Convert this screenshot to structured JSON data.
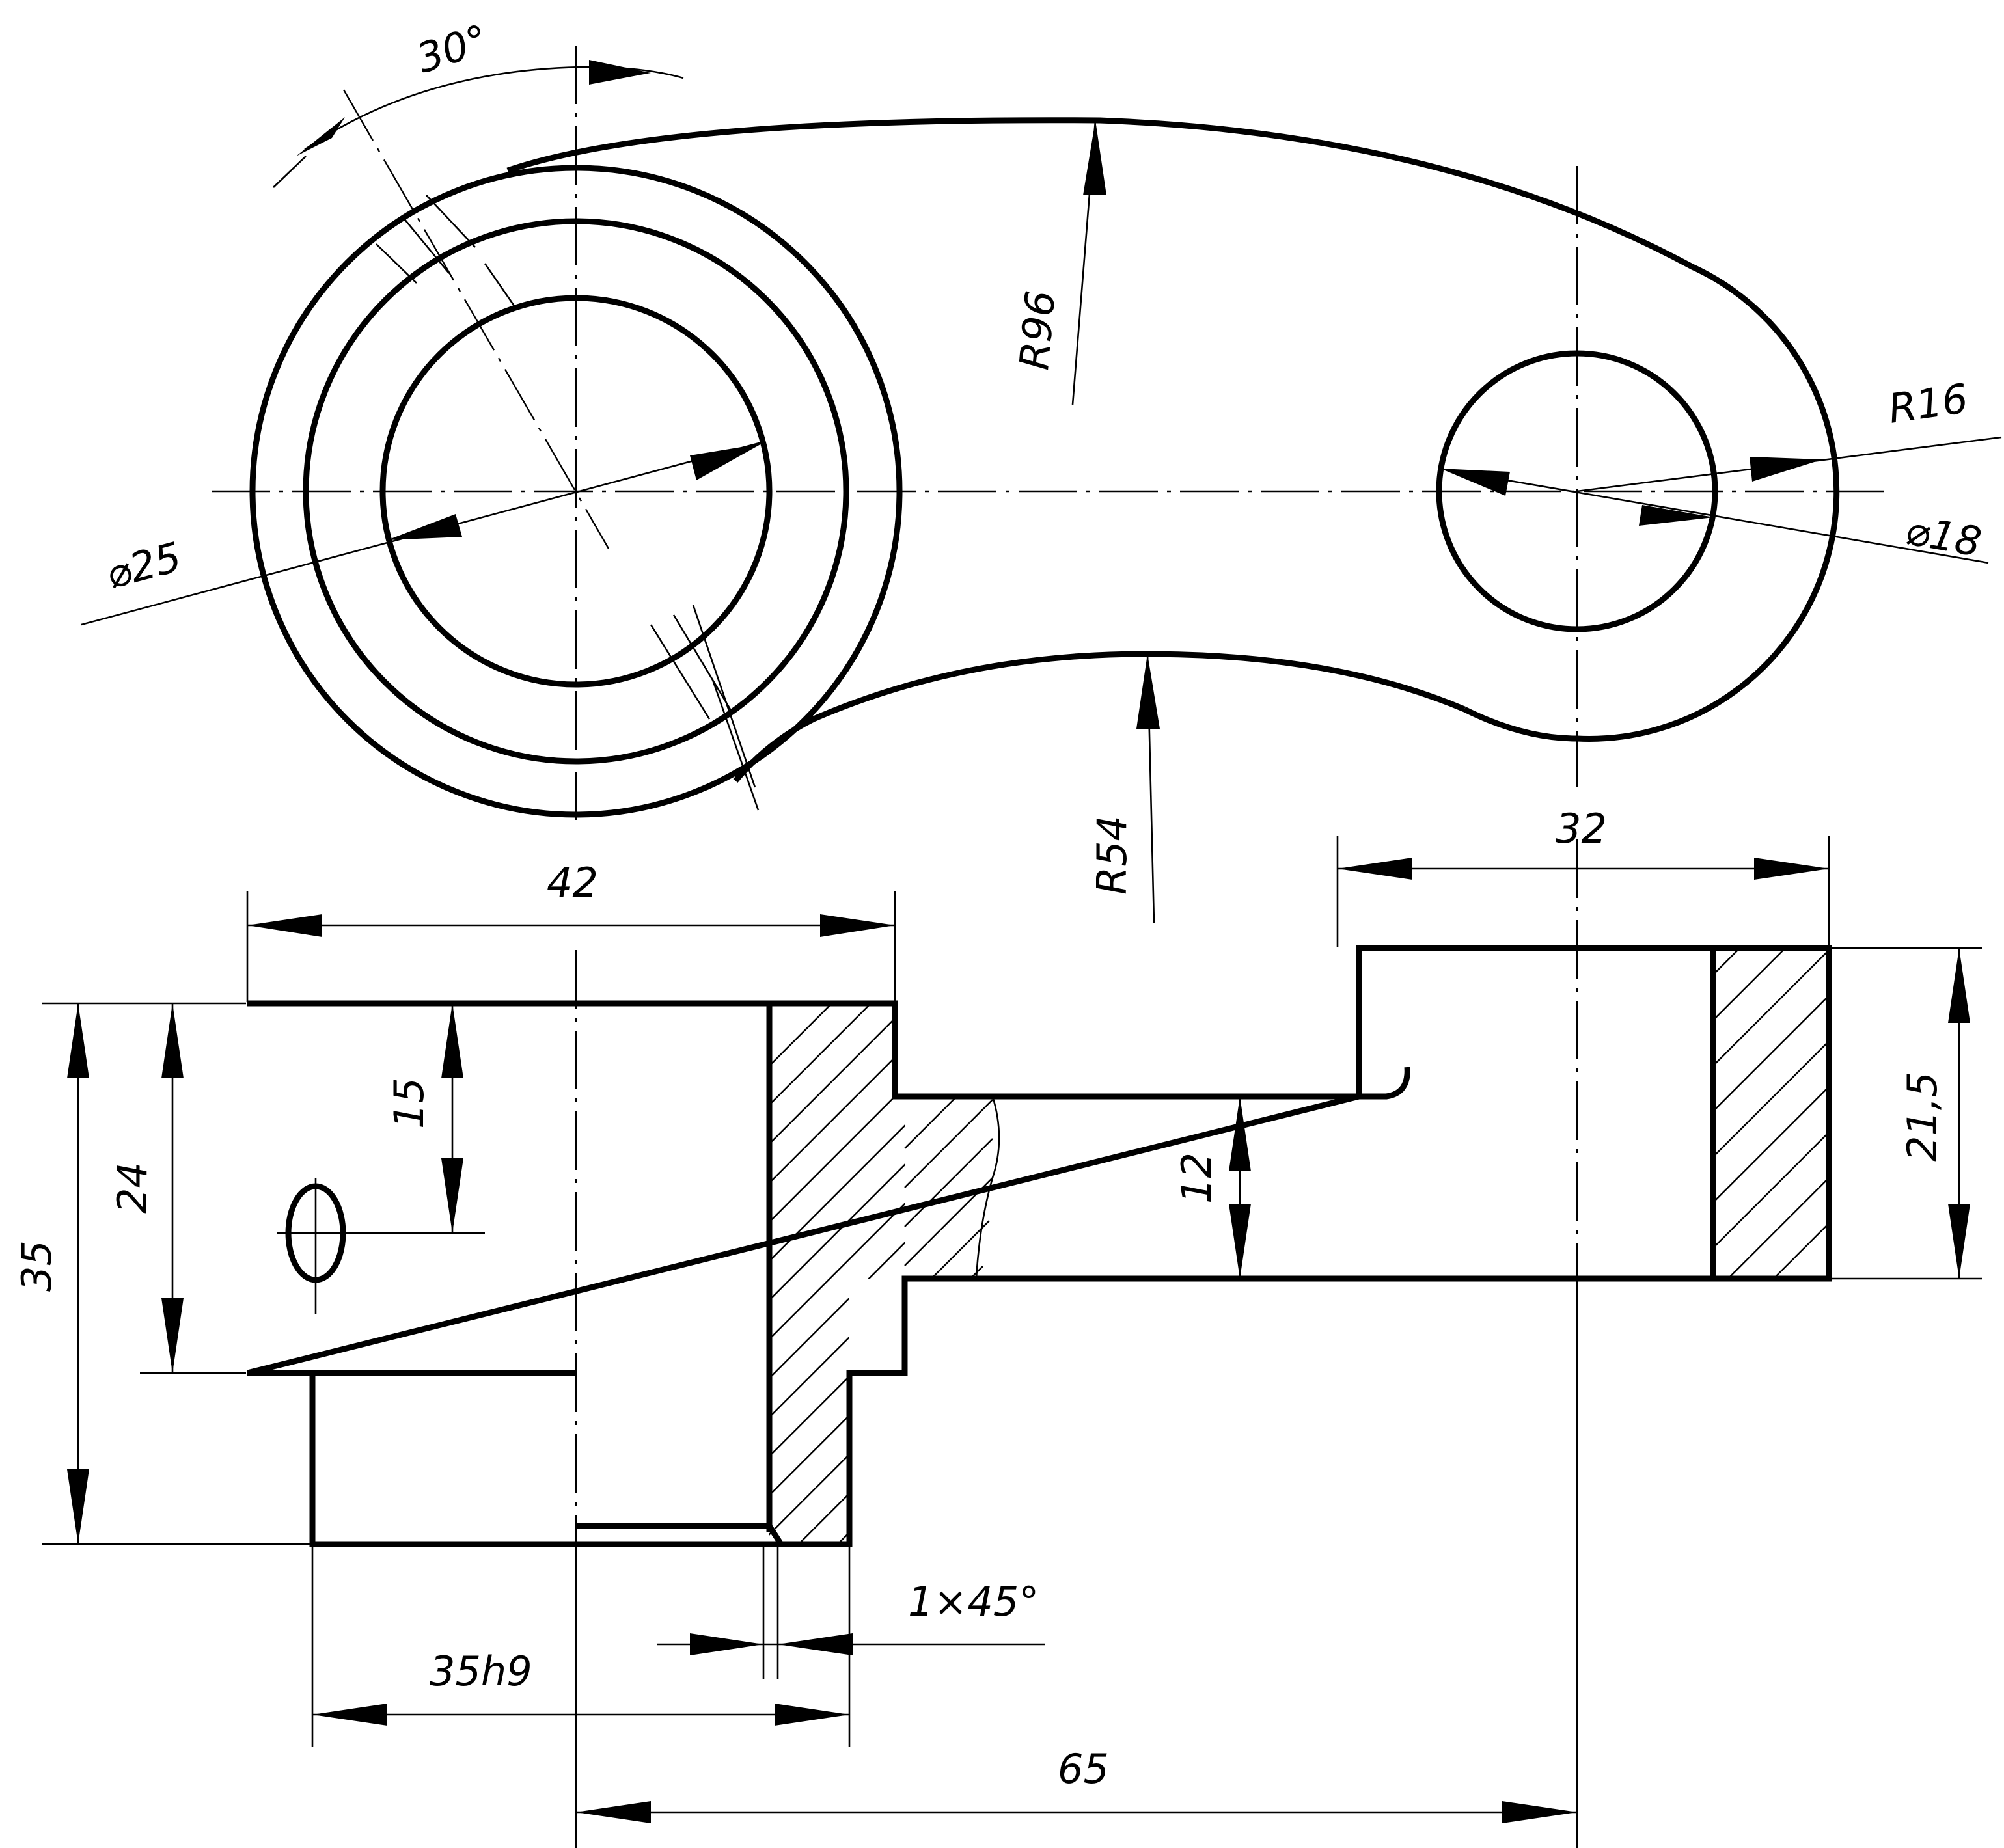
{
  "drawing": {
    "top_view_labels": {
      "angle": "30°",
      "outer_radius": "R96",
      "inner_radius": "R54",
      "end_radius": "R16",
      "small_hole": "⌀18",
      "large_hole": "⌀25"
    },
    "section_view_labels": {
      "hub_width": "42",
      "boss_width": "32",
      "total_height": "35",
      "hub_height": "24",
      "hole_offset": "15",
      "arm_thickness": "12",
      "boss_height": "21,5",
      "chamfer": "1×45°",
      "spigot": "35h9",
      "center_distance": "65"
    }
  }
}
